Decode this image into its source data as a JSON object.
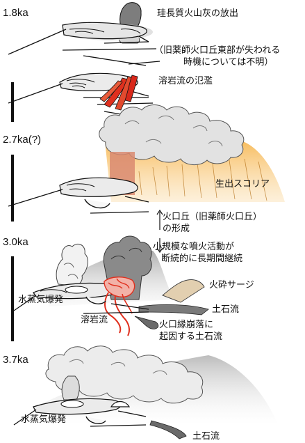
{
  "ages": {
    "a1": "1.8ka",
    "a2": "2.7ka(?)",
    "a3": "3.0ka",
    "a4": "3.7ka"
  },
  "labels": {
    "rhyolitic_ash": "珪長質火山灰の放出",
    "note_line1": "（旧薬師火口丘東部が失われる",
    "note_line2": "時機については不明）",
    "lava_overflow": "溶岩流の氾濫",
    "scoria": "生出スコリア",
    "cone_line1": "火口丘（旧薬師火口丘）",
    "cone_line2": "の形成",
    "small_eruptions_line1": "小規模な噴火活動が",
    "small_eruptions_line2": "断続的に長期間継続",
    "pyroclastic_surge": "火砕サージ",
    "phreatic_1": "水蒸気爆発",
    "lava_flow": "溶岩流",
    "debris_flow_1": "土石流",
    "collapse_line1": "火口縁崩落に",
    "collapse_line2": "起因する土石流",
    "phreatic_2": "水蒸気爆発",
    "debris_flow_2": "土石流"
  },
  "colors": {
    "lava": "#e0301e",
    "scoria_orange": "#f0a030",
    "ink": "#111111",
    "smoke_gray": "#b8b8b8"
  }
}
